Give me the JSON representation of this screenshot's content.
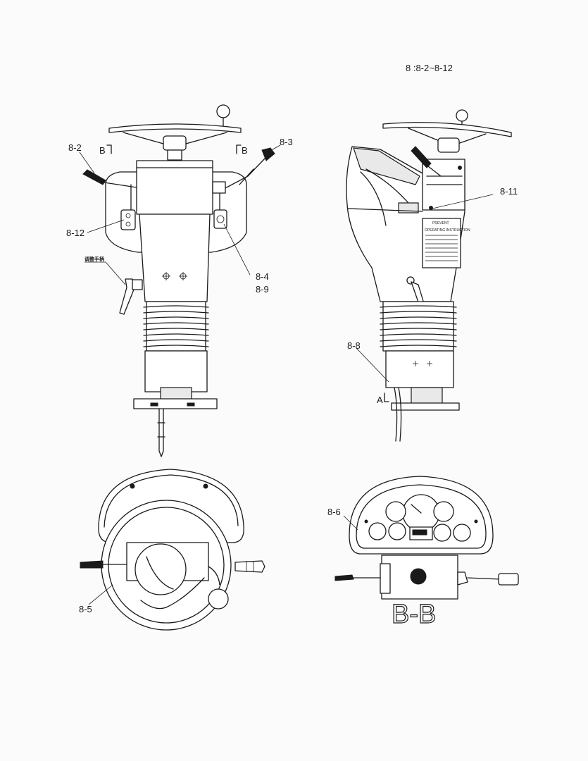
{
  "title": "8 :8-2~8-12",
  "labels": {
    "l8_2": "8-2",
    "l8_3": "8-3",
    "l8_4": "8-4",
    "l8_9": "8-9",
    "l8_12": "8-12",
    "l8_11": "8-11",
    "l8_8": "8-8",
    "l8_5": "8-5",
    "l8_6": "8-6"
  },
  "section_marks": {
    "b_left": "B",
    "b_right": "B",
    "a_mark": "A"
  },
  "section_title": "B-B",
  "chinese_note": "调整手柄",
  "plate_text": {
    "line1": "PREVENT",
    "line2": "OPERATING INSTRUCTION"
  }
}
